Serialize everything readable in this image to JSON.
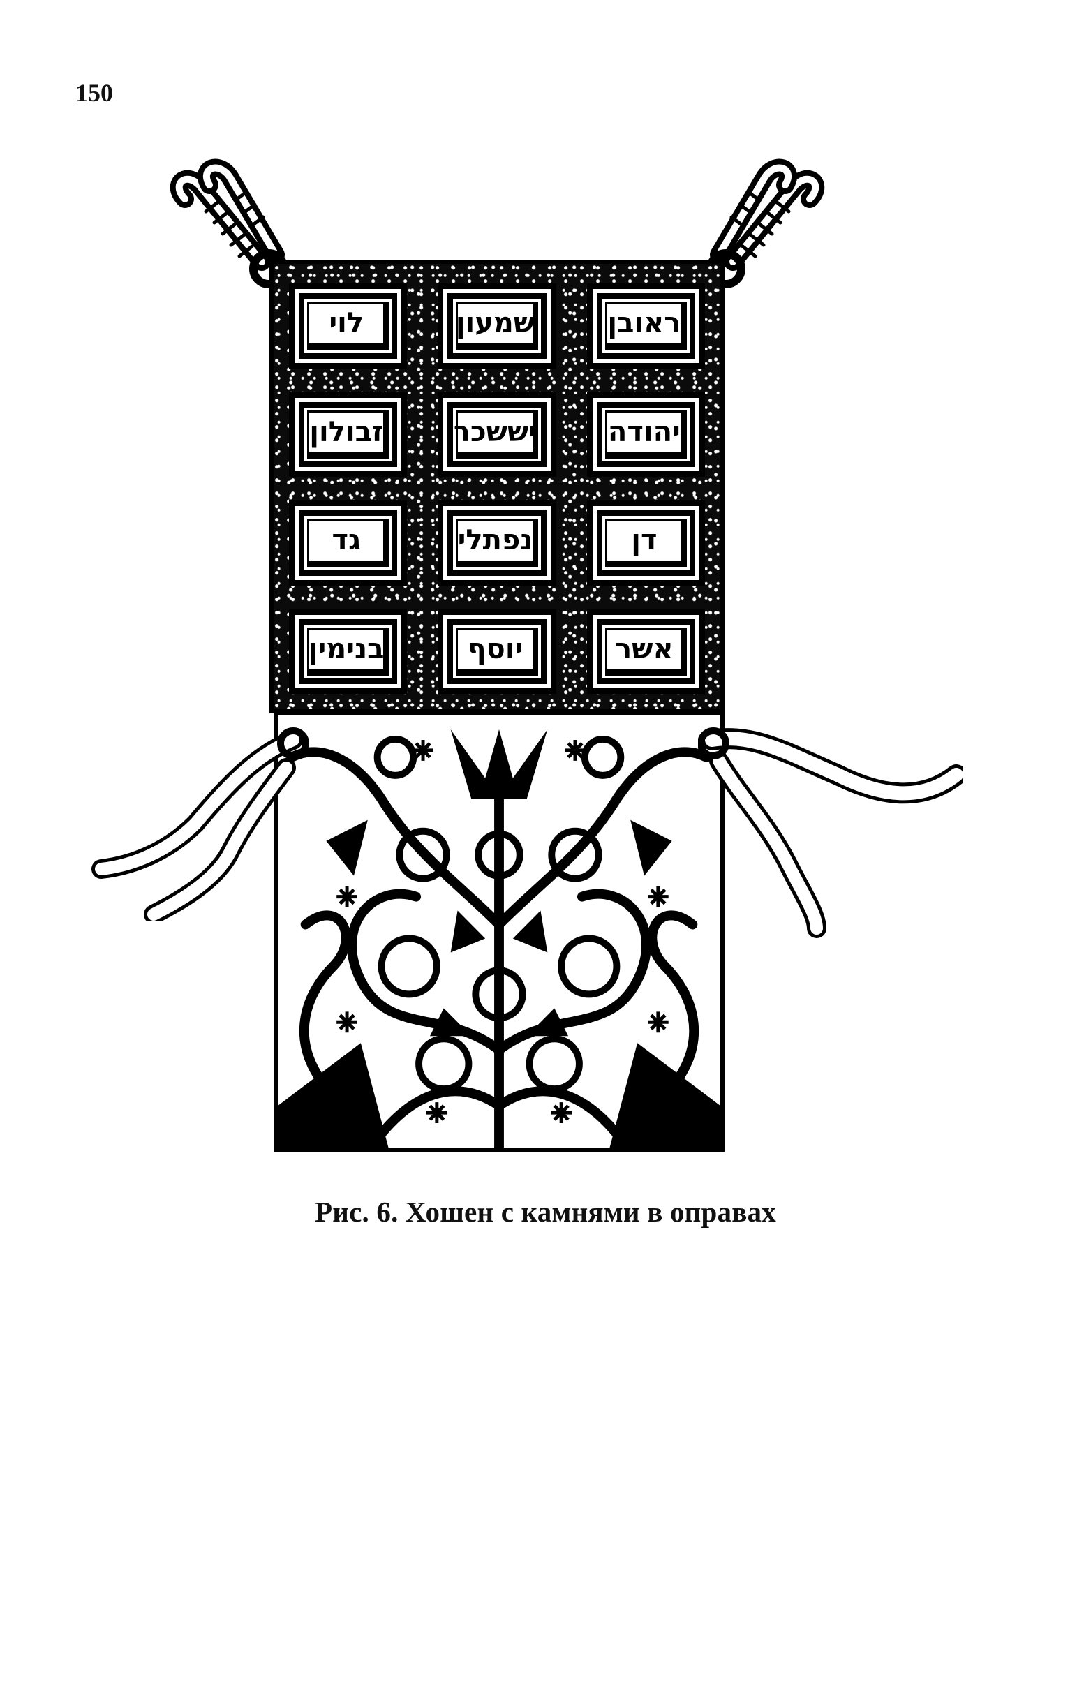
{
  "page": {
    "number": "150"
  },
  "figure": {
    "caption": "Рис. 6. Хошен с камнями в оправах",
    "subject": "hoshen-breastplate",
    "stones": [
      {
        "row": 1,
        "col": 1,
        "name": "ראובן"
      },
      {
        "row": 1,
        "col": 2,
        "name": "שמעון"
      },
      {
        "row": 1,
        "col": 3,
        "name": "לוי"
      },
      {
        "row": 2,
        "col": 1,
        "name": "יהודה"
      },
      {
        "row": 2,
        "col": 2,
        "name": "יששכר"
      },
      {
        "row": 2,
        "col": 3,
        "name": "זבולון"
      },
      {
        "row": 3,
        "col": 1,
        "name": "דן"
      },
      {
        "row": 3,
        "col": 2,
        "name": "נפתלי"
      },
      {
        "row": 3,
        "col": 3,
        "name": "גד"
      },
      {
        "row": 4,
        "col": 1,
        "name": "אשר"
      },
      {
        "row": 4,
        "col": 2,
        "name": "יוסף"
      },
      {
        "row": 4,
        "col": 3,
        "name": "בנימין"
      }
    ],
    "colors": {
      "ink": "#000000",
      "paper": "#ffffff"
    }
  }
}
